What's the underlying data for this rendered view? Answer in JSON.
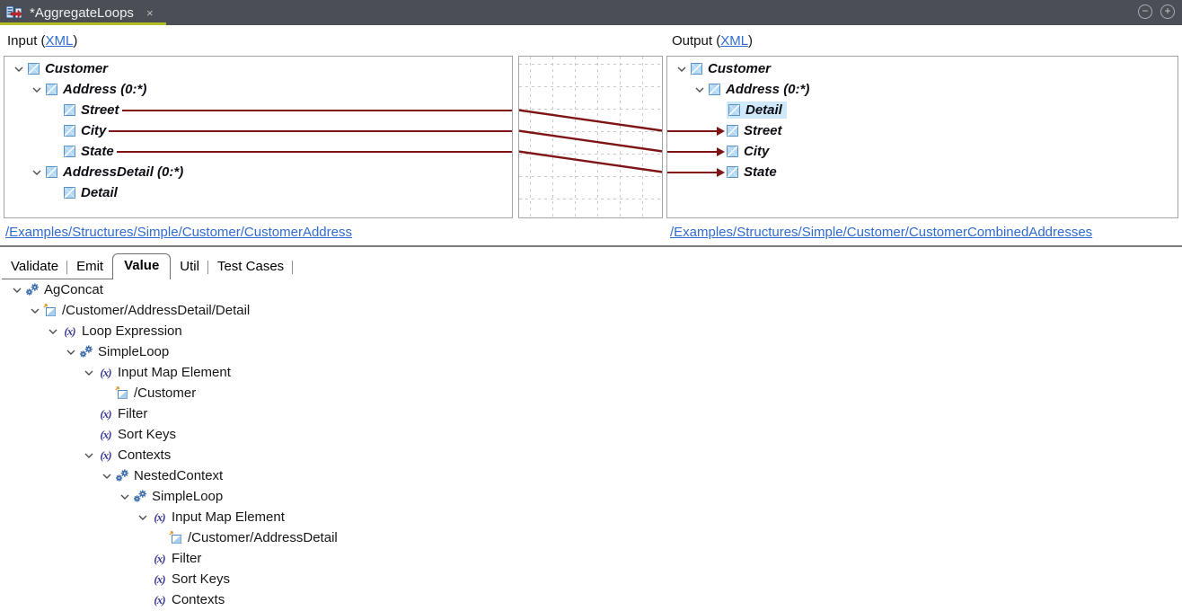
{
  "window": {
    "tab_title": "*AggregateLoops",
    "tab_close": "×",
    "minimize_glyph": "−",
    "maximize_glyph": "+"
  },
  "colors": {
    "mapping_line": "#7e1416",
    "active_tab_accent": "#b4bc26",
    "link": "#2f6bd0",
    "selection": "#cfe9fb",
    "topbar": "#4b4f55"
  },
  "mapper": {
    "input_header": {
      "prefix": "Input (",
      "link": "XML",
      "suffix": ")"
    },
    "output_header": {
      "prefix": "Output (",
      "link": "XML",
      "suffix": ")"
    },
    "input_link": "/Examples/Structures/Simple/Customer/CustomerAddress",
    "output_link": "/Examples/Structures/Simple/Customer/CustomerCombinedAddresses",
    "input_tree": [
      {
        "label": "Customer",
        "level": 0,
        "expandable": true
      },
      {
        "label": "Address (0:*)",
        "level": 1,
        "expandable": true
      },
      {
        "label": "Street",
        "level": 2,
        "expandable": false,
        "line": true
      },
      {
        "label": "City",
        "level": 2,
        "expandable": false,
        "line": true
      },
      {
        "label": "State",
        "level": 2,
        "expandable": false,
        "line": true
      },
      {
        "label": "AddressDetail (0:*)",
        "level": 1,
        "expandable": true
      },
      {
        "label": "Detail",
        "level": 2,
        "expandable": false
      }
    ],
    "output_tree": [
      {
        "label": "Customer",
        "level": 0,
        "expandable": true
      },
      {
        "label": "Address (0:*)",
        "level": 1,
        "expandable": true
      },
      {
        "label": "Detail",
        "level": 2,
        "expandable": false,
        "selected": true
      },
      {
        "label": "Street",
        "level": 2,
        "expandable": false,
        "arrow": true
      },
      {
        "label": "City",
        "level": 2,
        "expandable": false,
        "arrow": true
      },
      {
        "label": "State",
        "level": 2,
        "expandable": false,
        "arrow": true
      }
    ],
    "connections": [
      {
        "from_input_row": 2,
        "to_output_row": 3
      },
      {
        "from_input_row": 3,
        "to_output_row": 4
      },
      {
        "from_input_row": 4,
        "to_output_row": 5
      }
    ]
  },
  "bottom": {
    "tabs": [
      {
        "label": "Validate",
        "active": false
      },
      {
        "label": "Emit",
        "active": false
      },
      {
        "label": "Value",
        "active": true
      },
      {
        "label": "Util",
        "active": false
      },
      {
        "label": "Test Cases",
        "active": false
      }
    ],
    "tree": [
      {
        "label": "AgConcat",
        "level": 0,
        "icon": "gears",
        "expandable": true
      },
      {
        "label": "/Customer/AddressDetail/Detail",
        "level": 1,
        "icon": "map",
        "expandable": true
      },
      {
        "label": "Loop Expression",
        "level": 2,
        "icon": "fx",
        "expandable": true
      },
      {
        "label": "SimpleLoop",
        "level": 3,
        "icon": "gears",
        "expandable": true
      },
      {
        "label": "Input Map Element",
        "level": 4,
        "icon": "fx",
        "expandable": true
      },
      {
        "label": "/Customer",
        "level": 5,
        "icon": "map",
        "expandable": false
      },
      {
        "label": "Filter",
        "level": 4,
        "icon": "fx",
        "expandable": false
      },
      {
        "label": "Sort Keys",
        "level": 4,
        "icon": "fx",
        "expandable": false
      },
      {
        "label": "Contexts",
        "level": 4,
        "icon": "fx",
        "expandable": true
      },
      {
        "label": "NestedContext",
        "level": 5,
        "icon": "gears",
        "expandable": true
      },
      {
        "label": "SimpleLoop",
        "level": 6,
        "icon": "gears",
        "expandable": true
      },
      {
        "label": "Input Map Element",
        "level": 7,
        "icon": "fx",
        "expandable": true
      },
      {
        "label": "/Customer/AddressDetail",
        "level": 8,
        "icon": "map",
        "expandable": false
      },
      {
        "label": "Filter",
        "level": 7,
        "icon": "fx",
        "expandable": false
      },
      {
        "label": "Sort Keys",
        "level": 7,
        "icon": "fx",
        "expandable": false
      },
      {
        "label": "Contexts",
        "level": 7,
        "icon": "fx",
        "expandable": false
      }
    ]
  }
}
